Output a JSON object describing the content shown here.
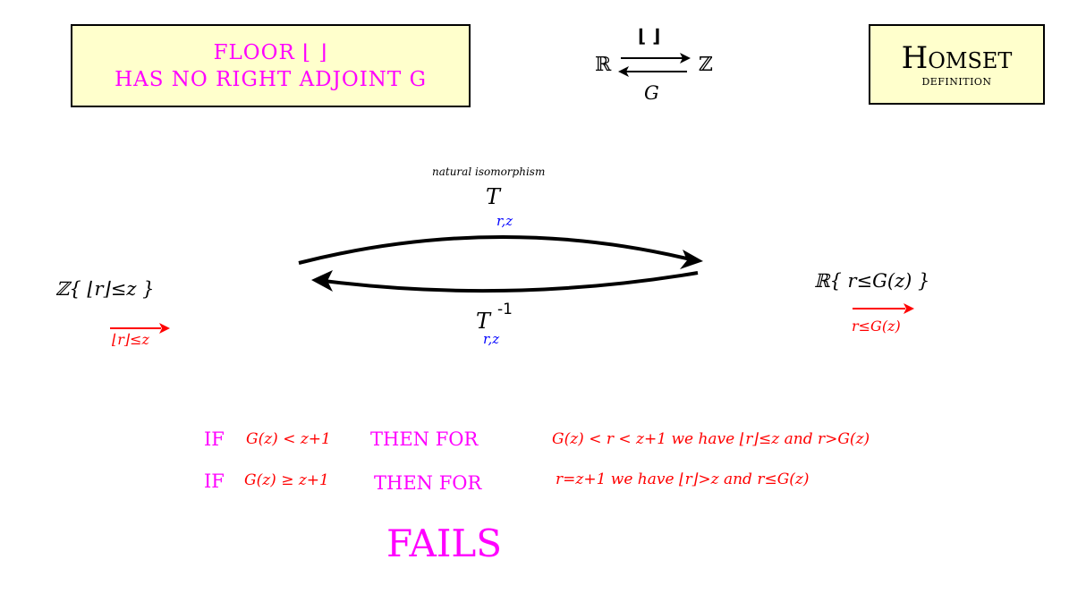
{
  "title_box": {
    "line1": "FLOOR ⌊ ⌋",
    "line2": "HAS NO RIGHT ADJOINT G"
  },
  "adjunction": {
    "left": "ℝ",
    "right": "ℤ",
    "top": "⌊ ⌋",
    "bottom": "G"
  },
  "homset_box": {
    "title": "Homset",
    "subtitle": "DEFINITION"
  },
  "iso": {
    "caption": "natural isomorphism",
    "T": "T",
    "T_sub": "r,z",
    "Tinv": "T",
    "Tinv_sup": "-1",
    "Tinv_sub": "r,z"
  },
  "left_hom": {
    "set": "ℤ{ ⌊r⌋≤z }",
    "arrow_label": "⌊r⌋≤z"
  },
  "right_hom": {
    "set": "ℝ{ r≤G(z) }",
    "arrow_label": "r≤G(z)"
  },
  "cases": [
    {
      "if": "IF",
      "cond": "G(z) < z+1",
      "then": "THEN FOR",
      "detail": "G(z) < r < z+1 we have ⌊r⌋≤z and r>G(z)"
    },
    {
      "if": "IF",
      "cond": "G(z) ≥ z+1",
      "then": "THEN FOR",
      "detail": "r=z+1 we have ⌊r⌋>z and r≤G(z)"
    }
  ],
  "conclusion": "FAILS",
  "colors": {
    "magenta": "#ff00ff",
    "red": "#ff0000",
    "blue": "#0000ff",
    "box_fill": "#ffffcc"
  }
}
